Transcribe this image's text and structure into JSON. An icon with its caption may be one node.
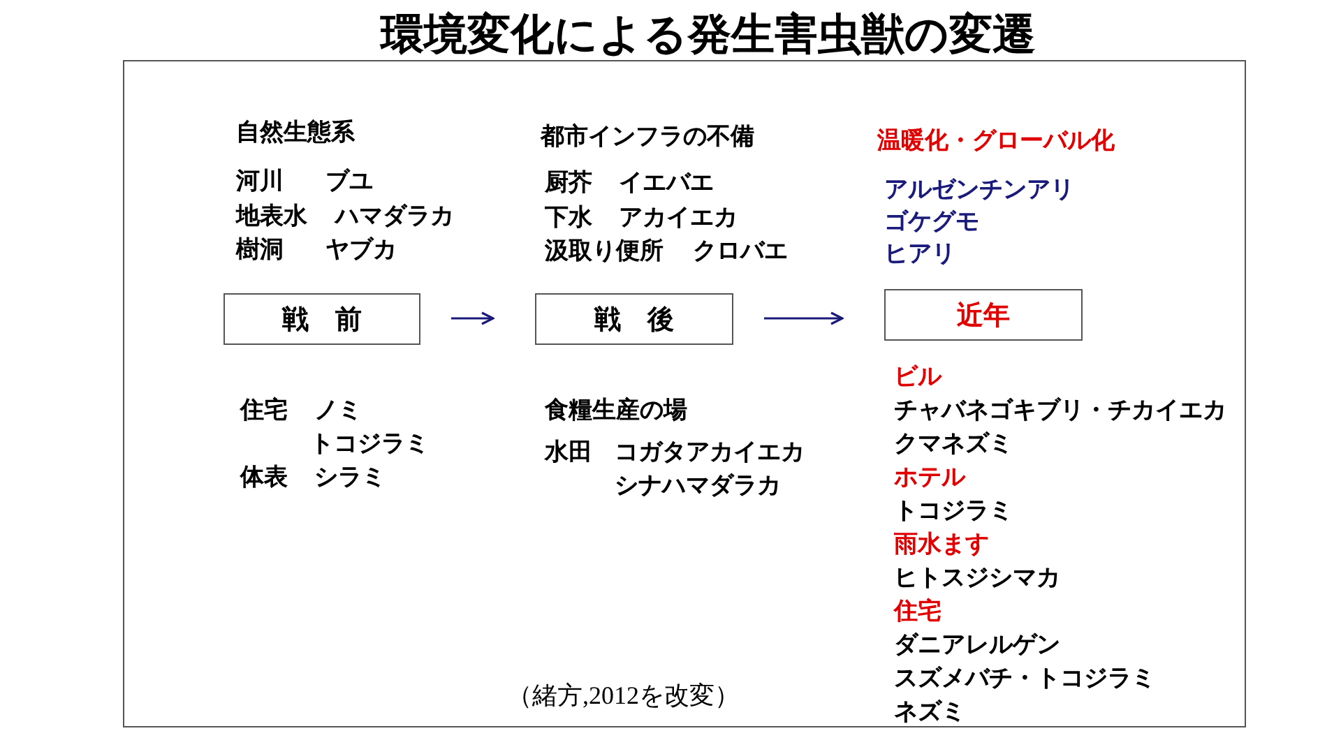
{
  "diagram": {
    "title": "環境変化による発生害虫獣の変遷",
    "caption": "（緒方,2012を改変）",
    "nodes": [
      {
        "text": [
          "戦　前"
        ]
      },
      {
        "text": [
          "戦　後"
        ]
      },
      {
        "text": [
          "近年"
        ]
      }
    ],
    "edges": [
      {
        "from": 0,
        "to": 1,
        "arrow": "to"
      },
      {
        "from": 1,
        "to": 2,
        "arrow": "to"
      }
    ],
    "labels": [
      "自然生態系",
      "都市インフラの不備",
      "温暖化・グローバル化",
      "河川",
      "ブユ",
      "厨芥",
      "イエバエ",
      "アルゼンチンアリ",
      "地表水",
      "ハマダラカ",
      "下水",
      "アカイエカ",
      "ゴケグモ",
      "樹洞",
      "ヤブカ",
      "汲取り便所",
      "クロバエ",
      "ヒアリ",
      "ビル",
      "住宅",
      "ノミ",
      "食糧生産の場",
      "チャバネゴキブリ・チカイエカ",
      "トコジラミ",
      "水田",
      "コガタアカイエカ",
      "クマネズミ",
      "体表",
      "シラミ",
      "シナハマダラカ",
      "ホテル",
      "トコジラミ",
      "雨水ます",
      "ヒトスジシマカ",
      "住宅",
      "ダニアレルゲン",
      "スズメバチ・トコジラミ",
      "ネズミ"
    ]
  }
}
